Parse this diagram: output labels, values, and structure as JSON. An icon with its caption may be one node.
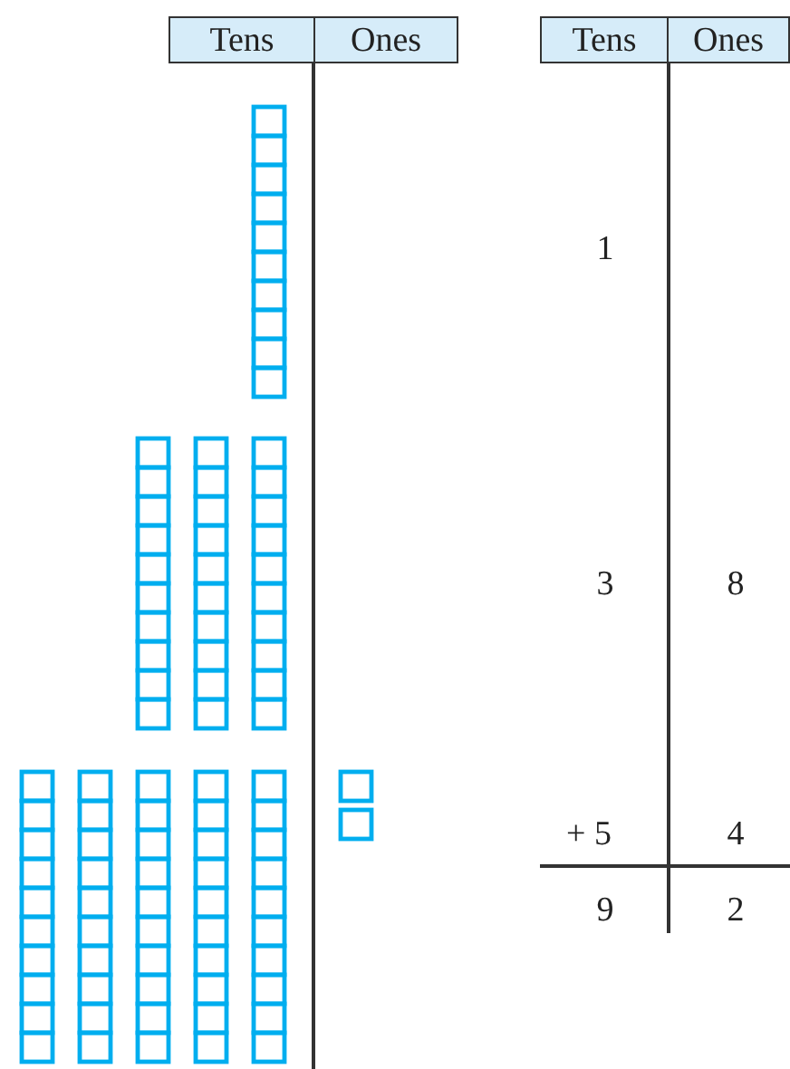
{
  "diagram": {
    "labels": [
      "Tens",
      "Ones",
      "Tens",
      "Ones",
      "1",
      "3",
      "8",
      "+ 5",
      "4",
      "9",
      "2"
    ]
  }
}
